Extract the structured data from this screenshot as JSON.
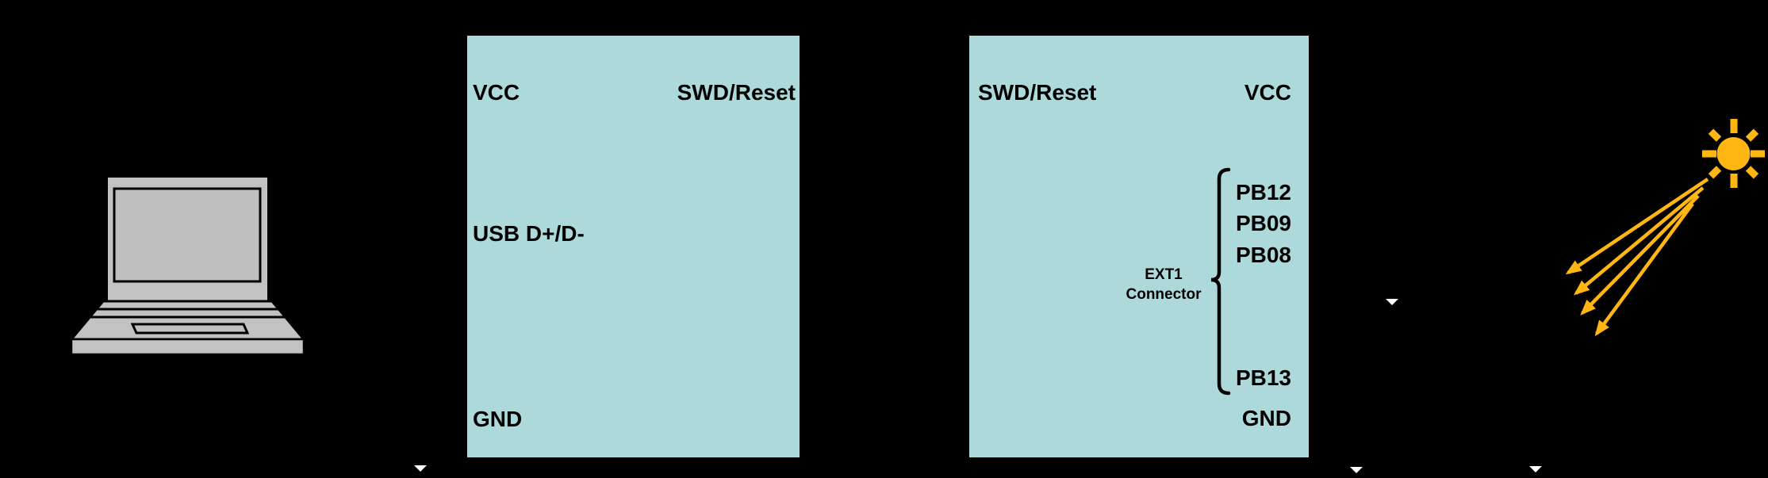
{
  "colors": {
    "background": "#000000",
    "board_box_fill": "#AED9DB",
    "label_text": "#000000",
    "laptop_fill": "#C2C2C2",
    "laptop_outline": "#000000",
    "sun_amber": "#FFB612",
    "arrowhead_white": "#FFFFFF"
  },
  "pc": {
    "icon": "laptop-icon"
  },
  "debugger_box": {
    "pins": {
      "top_left": "VCC",
      "top_right": "SWD/Reset",
      "middle_left": "USB D+/D-",
      "bottom_left": "GND"
    }
  },
  "target_box": {
    "pins": {
      "top_left": "SWD/Reset",
      "top_right": "VCC",
      "ext1_group": [
        "PB12",
        "PB09",
        "PB08"
      ],
      "ext1_bottom_pin": "PB13",
      "bottom_right": "GND"
    },
    "ext1_connector_label": {
      "line1": "EXT1",
      "line2": "Connector"
    }
  },
  "light_source": {
    "icon": "sun-icon",
    "ray_count": 4
  }
}
